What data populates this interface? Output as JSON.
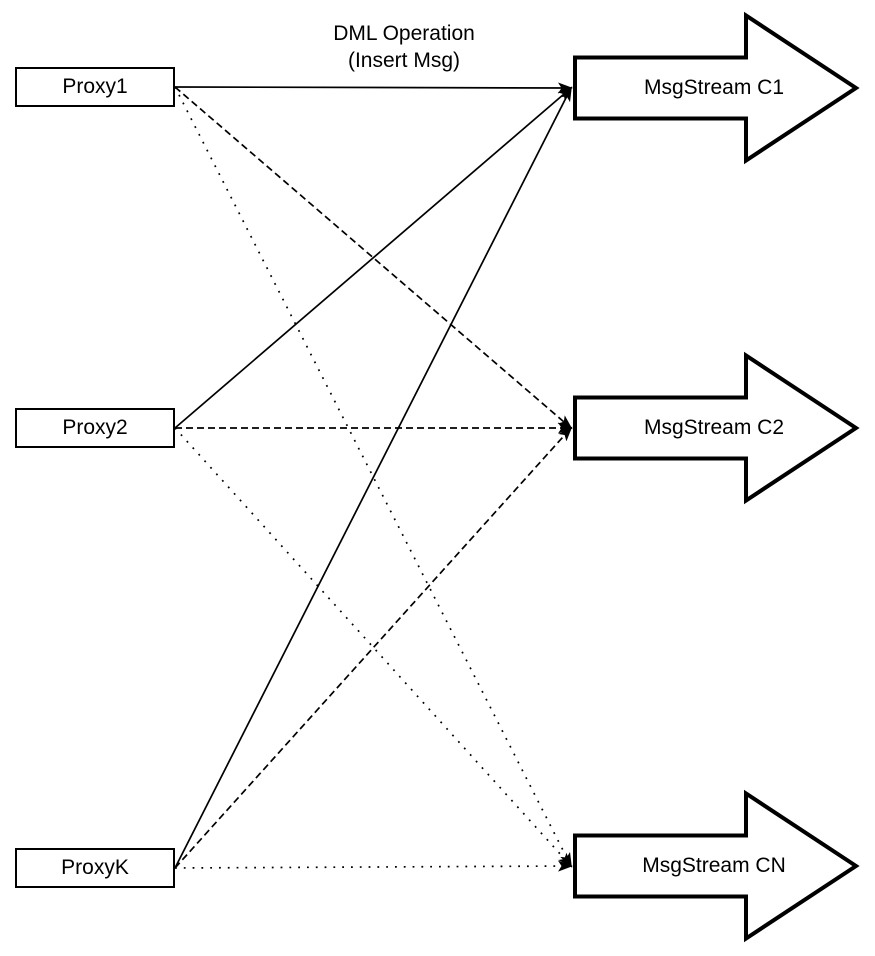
{
  "diagram": {
    "title": {
      "line1": "DML Operation",
      "line2": "(Insert Msg)"
    },
    "proxies": [
      {
        "label": "Proxy1"
      },
      {
        "label": "Proxy2"
      },
      {
        "label": "ProxyK"
      }
    ],
    "streams": [
      {
        "label": "MsgStream C1"
      },
      {
        "label": "MsgStream C2"
      },
      {
        "label": "MsgStream CN"
      }
    ],
    "edges": [
      {
        "from": "Proxy1",
        "to": "MsgStream C1",
        "style": "solid",
        "arrowhead": "filled-triangle"
      },
      {
        "from": "Proxy1",
        "to": "MsgStream C2",
        "style": "dashed",
        "arrowhead": "filled-triangle"
      },
      {
        "from": "Proxy1",
        "to": "MsgStream CN",
        "style": "dotted",
        "arrowhead": "filled-triangle"
      },
      {
        "from": "Proxy2",
        "to": "MsgStream C1",
        "style": "solid",
        "arrowhead": "filled-triangle"
      },
      {
        "from": "Proxy2",
        "to": "MsgStream C2",
        "style": "dashed",
        "arrowhead": "filled-triangle"
      },
      {
        "from": "Proxy2",
        "to": "MsgStream CN",
        "style": "dotted",
        "arrowhead": "filled-triangle"
      },
      {
        "from": "ProxyK",
        "to": "MsgStream C1",
        "style": "solid",
        "arrowhead": "filled-triangle"
      },
      {
        "from": "ProxyK",
        "to": "MsgStream C2",
        "style": "dashed",
        "arrowhead": "filled-triangle"
      },
      {
        "from": "ProxyK",
        "to": "MsgStream CN",
        "style": "dotted",
        "arrowhead": "filled-triangle"
      }
    ],
    "colors": {
      "stroke": "#000000",
      "shape_fill": "#ffffff",
      "background": "#ffffff"
    }
  }
}
